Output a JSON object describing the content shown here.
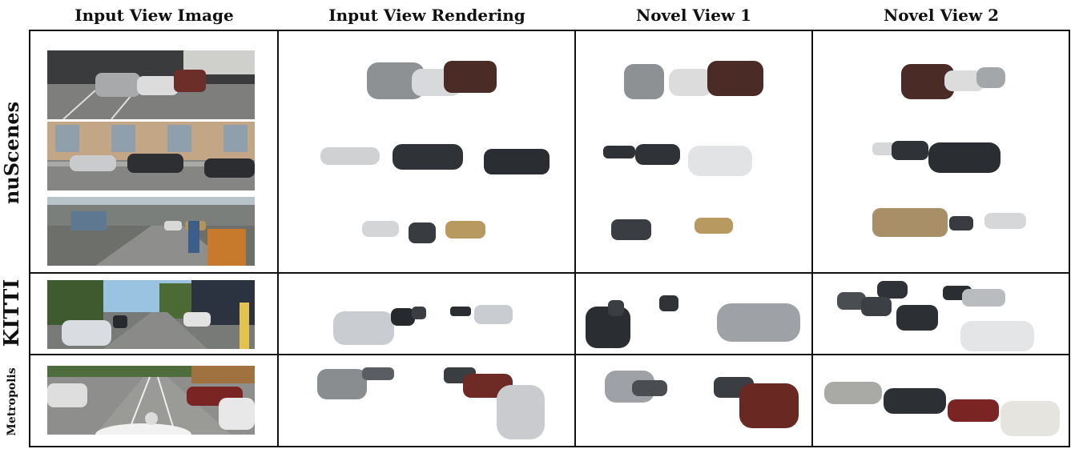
{
  "figure": {
    "columns": [
      "Input View Image",
      "Input View Rendering",
      "Novel View 1",
      "Novel View 2"
    ],
    "rows": [
      "nuScenes",
      "KITTI",
      "Metropolis"
    ]
  },
  "colors": {
    "grid": "#111111",
    "sky": "#c9d4dc",
    "asphalt": "#8c8d8a",
    "car_silver": "#b9bcbf",
    "car_white": "#e4e4e4",
    "car_dark": "#2c2f33",
    "car_maroon": "#5a2c26",
    "car_tan": "#b89a62",
    "car_red": "#7a2424"
  }
}
